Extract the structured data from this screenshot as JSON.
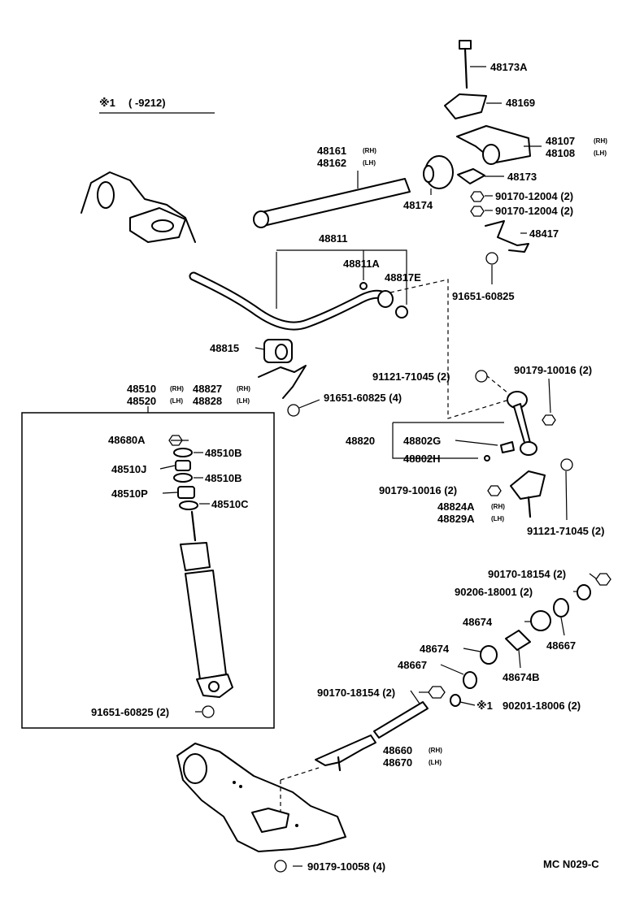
{
  "header": {
    "note_symbol": "※1",
    "note_range": "( -9212)"
  },
  "footer": {
    "code": "MC N029-C"
  },
  "side": {
    "rh": "(RH)",
    "lh": "(LH)"
  },
  "labels": {
    "bolt_48173A": "48173A",
    "plate_48169": "48169",
    "arm_48107": "48107",
    "arm_48108": "48108",
    "torsion_48161": "48161",
    "torsion_48162": "48162",
    "cushion_48173": "48173",
    "boot_48174": "48174",
    "nut_90170_12004_a": "90170-12004 (2)",
    "nut_90170_12004_b": "90170-12004 (2)",
    "bracket_48417": "48417",
    "stabilizer_48811": "48811",
    "bushing_48811A": "48811A",
    "cushion_48817E": "48817E",
    "bolt_91651_60825_a": "91651-60825",
    "bushing_48815": "48815",
    "bracket_48827": "48827",
    "bracket_48828": "48828",
    "bolt_91651_60825_4": "91651-60825 (4)",
    "bolt_91121_71045_a": "91121-71045 (2)",
    "nut_90179_10016_a": "90179-10016 (2)",
    "absorber_48510": "48510",
    "absorber_48520": "48520",
    "link_48820": "48820",
    "bushing_48802G": "48802G",
    "bushing_48802H": "48802H",
    "nut_90179_10016_b": "90179-10016 (2)",
    "bracket_48824A": "48824A",
    "bracket_48829A": "48829A",
    "bolt_91121_71045_b": "91121-71045 (2)",
    "nut_48680A": "48680A",
    "retainer_48510B_a": "48510B",
    "cushion_48510J": "48510J",
    "retainer_48510B_b": "48510B",
    "cushion_48510P": "48510P",
    "retainer_48510C": "48510C",
    "bolt_91651_60825_2": "91651-60825 (2)",
    "nut_90170_18154_a": "90170-18154 (2)",
    "washer_90206_18001": "90206-18001 (2)",
    "bushing_48674_a": "48674",
    "retainer_48667_a": "48667",
    "bushing_48674_b": "48674",
    "collar_48674B": "48674B",
    "retainer_48667_b": "48667",
    "nut_90170_18154_b": "90170-18154 (2)",
    "washer_90201_18006": "90201-18006 (2)",
    "strut_48660": "48660",
    "strut_48670": "48670",
    "nut_90179_10058": "90179-10058 (4)"
  }
}
